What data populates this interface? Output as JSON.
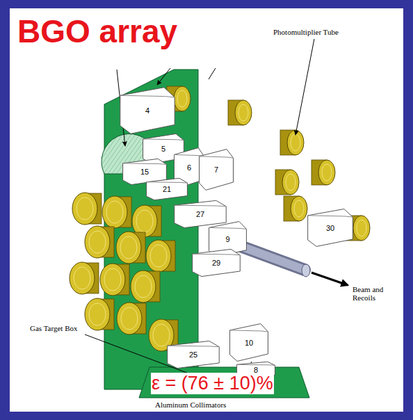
{
  "diagram": {
    "title": "BGO array",
    "nodes": [
      {
        "text": [
          "4"
        ]
      },
      {
        "text": [
          "5"
        ]
      },
      {
        "text": [
          "15"
        ]
      },
      {
        "text": [
          "6"
        ]
      },
      {
        "text": [
          "7"
        ]
      },
      {
        "text": [
          "21"
        ]
      },
      {
        "text": [
          "27"
        ]
      },
      {
        "text": [
          "9"
        ]
      },
      {
        "text": [
          "30"
        ]
      },
      {
        "text": [
          "29"
        ]
      },
      {
        "text": [
          "10"
        ]
      },
      {
        "text": [
          "25"
        ]
      },
      {
        "text": [
          "8"
        ]
      }
    ],
    "labels": [
      "Photomultiplier Tube",
      "Gas Target Box",
      "Beam and Recoils",
      "ε = (76 ± 10)%",
      "Aluminum Collimators"
    ]
  }
}
